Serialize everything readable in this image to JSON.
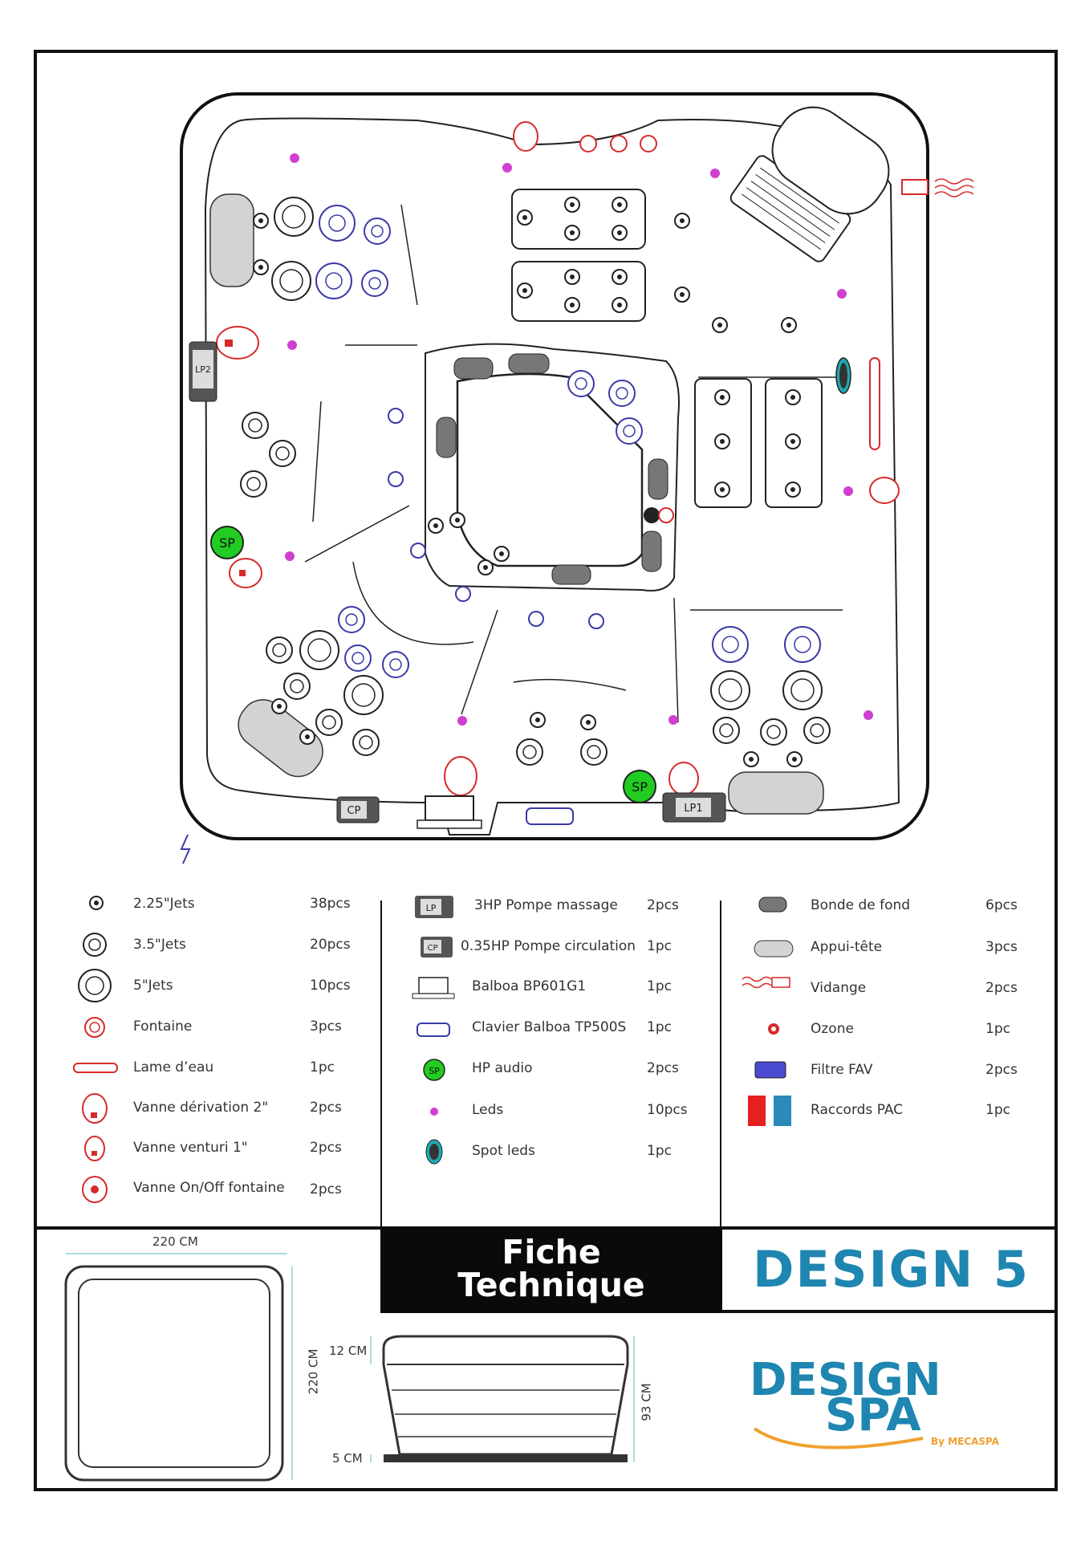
{
  "title": {
    "line1": "Fiche",
    "line2": "Technique"
  },
  "design_label": "DESIGN 5",
  "brand": {
    "word1": "DESIGN",
    "word2": "SPA",
    "by": "By MECASPA",
    "color": "#1e86b0",
    "accent": "#f0a030"
  },
  "diagram": {
    "lp1": "LP1",
    "lp2": "LP2",
    "cp": "CP",
    "sp": "SP"
  },
  "legend": {
    "col1": [
      {
        "label": "2.25\"Jets",
        "qty": "38pcs"
      },
      {
        "label": "3.5\"Jets",
        "qty": "20pcs"
      },
      {
        "label": "5\"Jets",
        "qty": "10pcs"
      },
      {
        "label": "Fontaine",
        "qty": "3pcs"
      },
      {
        "label": "Lame d’eau",
        "qty": "1pc"
      },
      {
        "label": "Vanne dérivation 2\"",
        "qty": "2pcs"
      },
      {
        "label": "Vanne venturi 1\"",
        "qty": "2pcs"
      },
      {
        "label": "Vanne On/Off fontaine",
        "qty": "2pcs"
      }
    ],
    "col2": [
      {
        "label": "3HP Pompe massage",
        "qty": "2pcs",
        "badge": "LP"
      },
      {
        "label": "0.35HP Pompe circulation",
        "qty": "1pc",
        "badge": "CP"
      },
      {
        "label": "Balboa BP601G1",
        "qty": "1pc"
      },
      {
        "label": "Clavier Balboa TP500S",
        "qty": "1pc"
      },
      {
        "label": "HP audio",
        "qty": "2pcs",
        "badge": "SP"
      },
      {
        "label": "Leds",
        "qty": "10pcs"
      },
      {
        "label": "Spot leds",
        "qty": "1pc"
      }
    ],
    "col3": [
      {
        "label": "Bonde de fond",
        "qty": "6pcs"
      },
      {
        "label": "Appui-tête",
        "qty": "3pcs"
      },
      {
        "label": "Vidange",
        "qty": "2pcs"
      },
      {
        "label": "Ozone",
        "qty": "1pc"
      },
      {
        "label": "Filtre FAV",
        "qty": "2pcs"
      },
      {
        "label": "Raccords PAC",
        "qty": "1pc"
      }
    ]
  },
  "dimensions": {
    "width": "220 CM",
    "depth": "220 CM",
    "height": "93 CM",
    "top": "12 CM",
    "bottom": "5 CM"
  },
  "colors": {
    "jet_blue": "#3a3aa8",
    "valve_red": "#d62a2a",
    "led_magenta": "#d040d0",
    "speaker_green": "#22cc22",
    "spot_teal": "#20a8b0",
    "pac_red": "#e52020",
    "pac_blue": "#2a8ab8"
  }
}
